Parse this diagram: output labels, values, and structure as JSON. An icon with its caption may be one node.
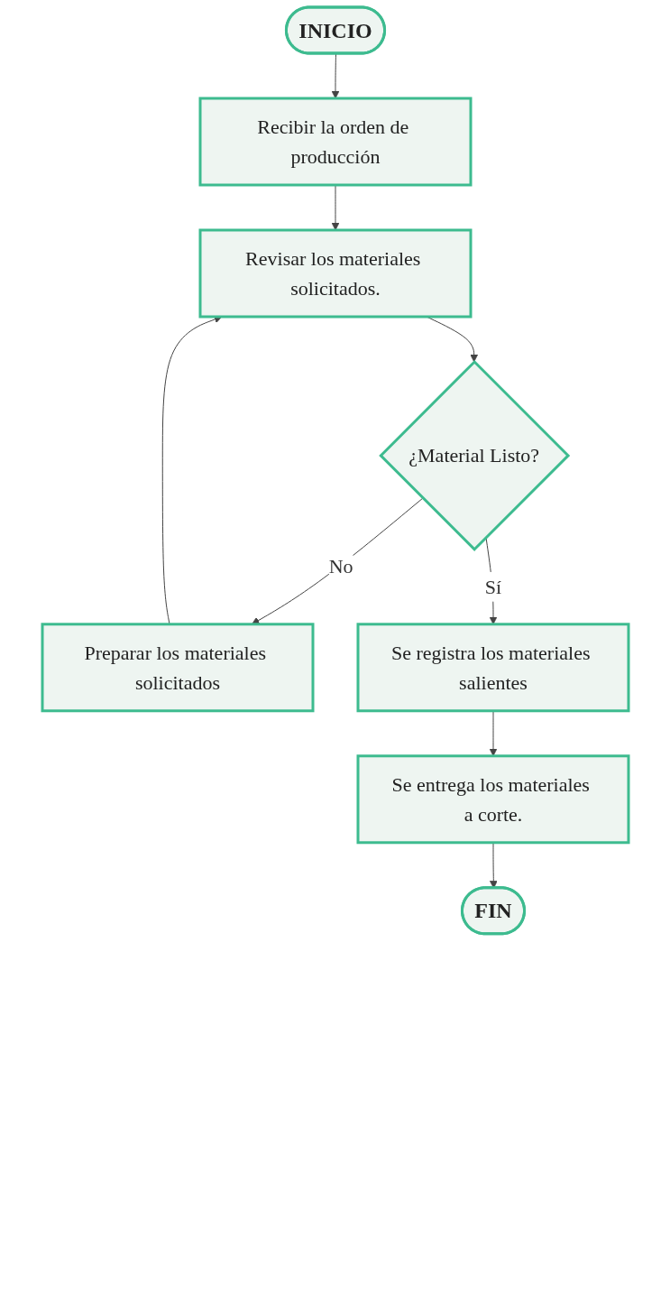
{
  "diagram": {
    "nodes": [
      {
        "text": [
          "INICIO"
        ]
      },
      {
        "text": [
          "Recibir la orden de producción"
        ]
      },
      {
        "text": [
          "Revisar los materiales solicitados."
        ]
      },
      {
        "text": [
          "¿Material Listo?"
        ]
      },
      {
        "text": [
          "Preparar los materiales solicitados"
        ]
      },
      {
        "text": [
          "Se registra los materiales salientes"
        ]
      },
      {
        "text": [
          "Se entrega los materiales a corte."
        ]
      },
      {
        "text": [
          "FIN"
        ]
      }
    ],
    "edges": [
      {
        "from": 0,
        "to": 1,
        "arrow": "to"
      },
      {
        "from": 1,
        "to": 2,
        "arrow": "to"
      },
      {
        "from": 2,
        "to": 3,
        "arrow": "to"
      },
      {
        "from": 3,
        "to": 4,
        "arrow": "to",
        "label": "No"
      },
      {
        "from": 4,
        "to": 2,
        "arrow": "to"
      },
      {
        "from": 3,
        "to": 5,
        "arrow": "to",
        "label": "Sí"
      },
      {
        "from": 5,
        "to": 6,
        "arrow": "to"
      },
      {
        "from": 6,
        "to": 7,
        "arrow": "to"
      }
    ]
  }
}
